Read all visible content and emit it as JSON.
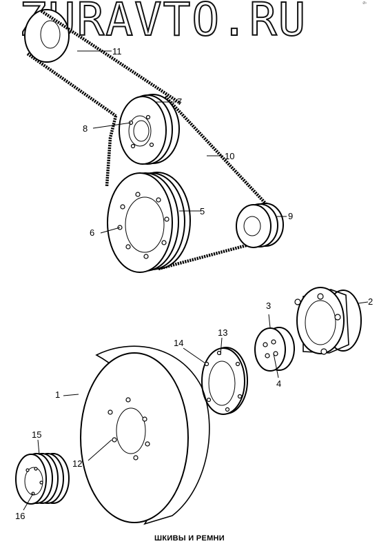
{
  "watermark": "ZURAVTO.RU",
  "corner_mark": "Ø•",
  "caption": "ШКИВЫ И РЕМНИ",
  "callouts": {
    "c1": "1",
    "c2": "2",
    "c3": "3",
    "c4": "4",
    "c5": "5",
    "c6": "6",
    "c7": "7",
    "c8": "8",
    "c9": "9",
    "c10": "10",
    "c11": "11",
    "c12": "12",
    "c13": "13",
    "c14": "14",
    "c15": "15",
    "c16": "16"
  }
}
